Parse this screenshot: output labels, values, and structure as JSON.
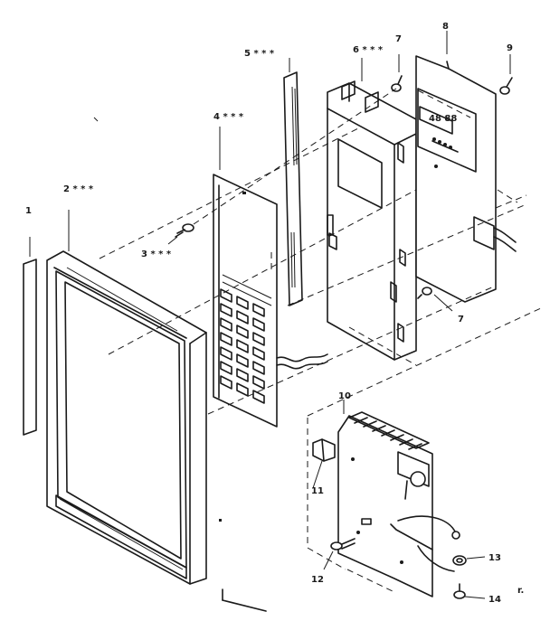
{
  "callouts": {
    "c1": "1",
    "c2": "2 * * *",
    "c3": "3 * * *",
    "c4": "4 * * *",
    "c5": "5 * * *",
    "c6": "6 * * *",
    "c7a": "7",
    "c7b": "7",
    "c8": "8",
    "c9": "9",
    "c10": "10",
    "c11": "11",
    "c12": "12",
    "c13": "13",
    "c14": "14"
  },
  "display_readout": "48 88",
  "corner_mark": "r."
}
